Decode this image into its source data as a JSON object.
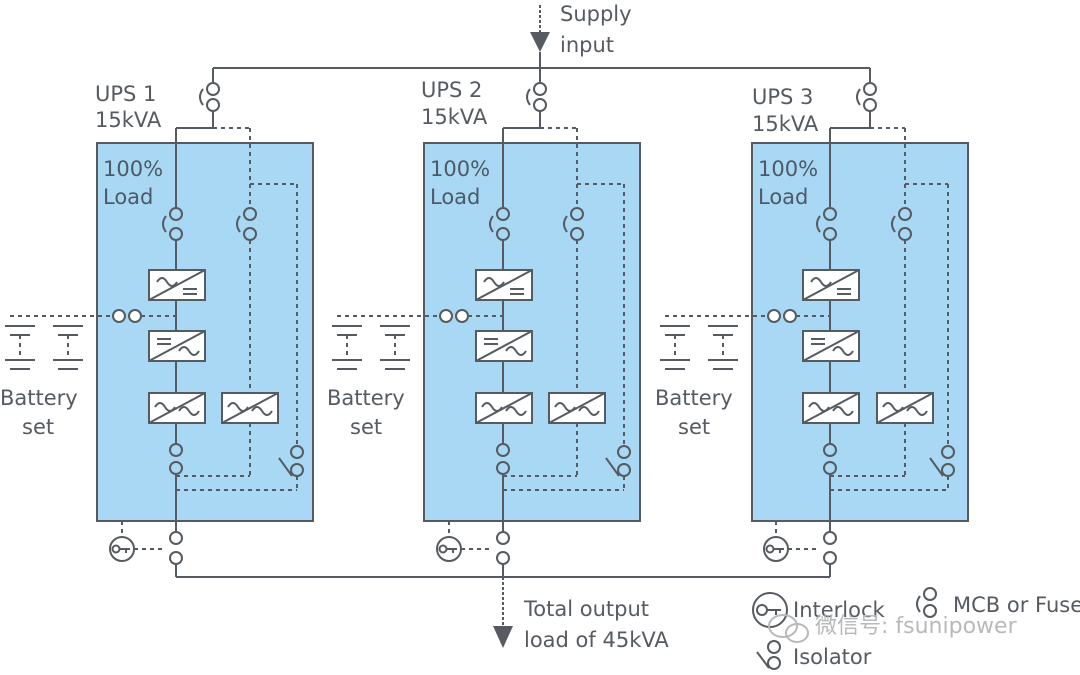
{
  "supply_label": [
    "Supply",
    "input"
  ],
  "output_label": [
    "Total output",
    "load of 45kVA"
  ],
  "ups_units": [
    {
      "name": "UPS 1",
      "rating": "15kVA",
      "load": [
        "100%",
        "Load"
      ],
      "battery": [
        "Battery",
        "set"
      ]
    },
    {
      "name": "UPS 2",
      "rating": "15kVA",
      "load": [
        "100%",
        "Load"
      ],
      "battery": [
        "Battery",
        "set"
      ]
    },
    {
      "name": "UPS 3",
      "rating": "15kVA",
      "load": [
        "100%",
        "Load"
      ],
      "battery": [
        "Battery",
        "set"
      ]
    }
  ],
  "legend": {
    "interlock": "Interlock",
    "mcb": "MCB or Fuse",
    "isolator": "Isolator"
  },
  "watermark": "微信号: fsunipower",
  "colors": {
    "unit_fill": "#a8d8f4",
    "line": "#555b61"
  }
}
